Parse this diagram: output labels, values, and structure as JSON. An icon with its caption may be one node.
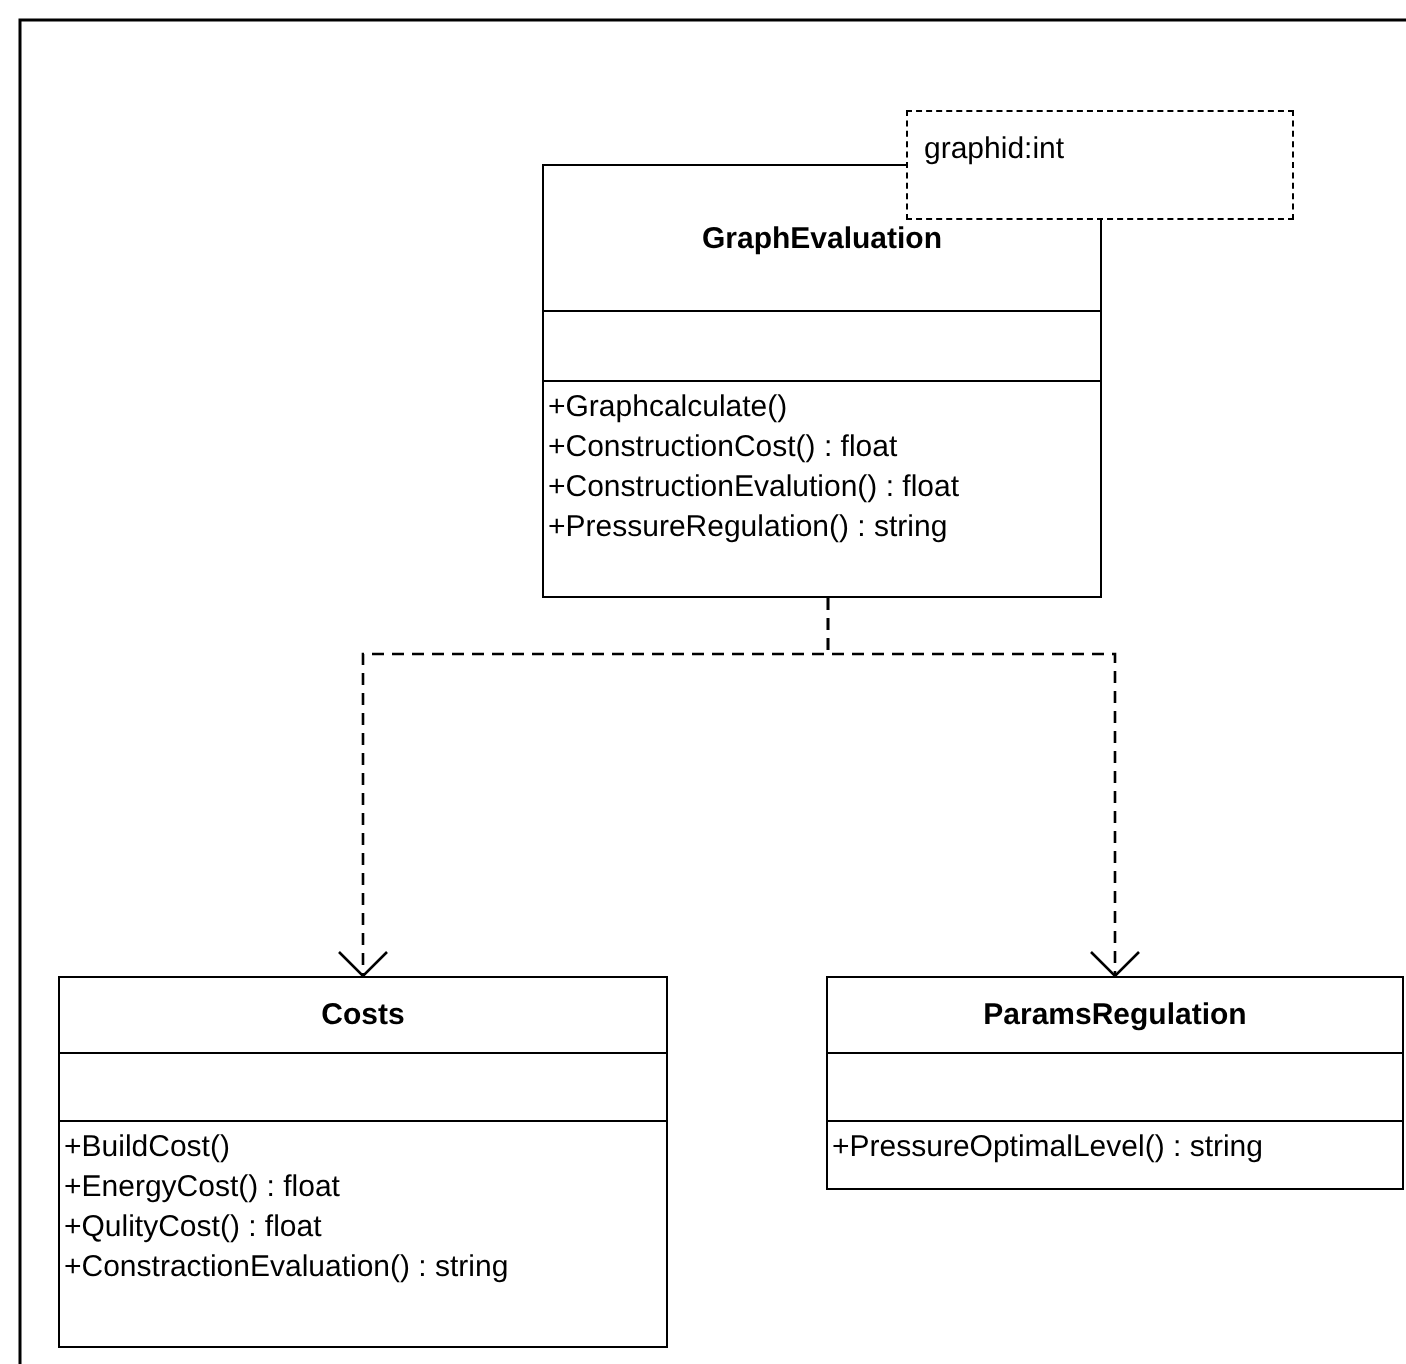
{
  "diagram": {
    "nodes": [
      {
        "text": [
          "GraphEvaluation",
          "+Graphcalculate()",
          "+ConstructionCost() : float",
          "+ConstructionEvalution() : float",
          "+PressureRegulation() : string"
        ]
      },
      {
        "text": [
          "graphid:int"
        ]
      },
      {
        "text": [
          "Costs",
          "+BuildCost()",
          "+EnergyCost() : float",
          "+QulityCost() : float",
          "+ConstractionEvaluation() : string"
        ]
      },
      {
        "text": [
          "ParamsRegulation",
          "+PressureOptimalLevel() : string"
        ]
      }
    ],
    "edges": [
      {
        "from": 0,
        "to": 2,
        "arrow": "to",
        "style": "dashed"
      },
      {
        "from": 0,
        "to": 3,
        "arrow": "to",
        "style": "dashed"
      }
    ]
  }
}
